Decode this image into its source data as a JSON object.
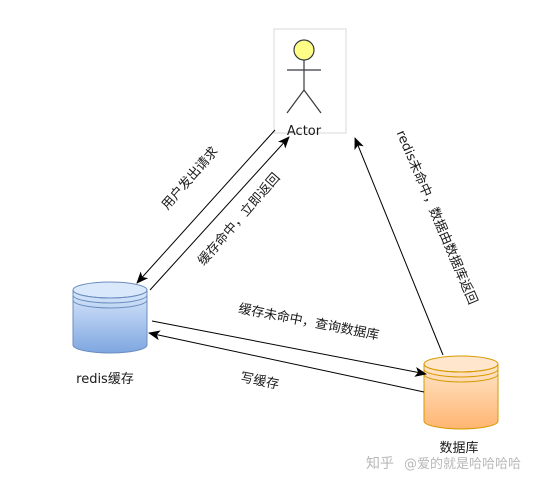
{
  "actor": {
    "label": "Actor"
  },
  "nodes": {
    "redis": {
      "label": "redis缓存"
    },
    "database": {
      "label": "数据库"
    }
  },
  "edges": {
    "user_request": "用户发出请求",
    "cache_hit_return": "缓存命中，立即返回",
    "redis_miss_db_return": "redis未命中，数据由数据库返回",
    "cache_miss_query_db": "缓存未命中，查询数据库",
    "write_cache": "写缓存"
  },
  "watermark": {
    "brand": "知乎",
    "author": "@爱的就是哈哈哈哈"
  },
  "colors": {
    "redis_fill": "#dae8fc",
    "redis_stroke": "#6c8ebf",
    "db_fill": "#ffe6cc",
    "db_stroke": "#d79b00",
    "actor_head": "#ffff88",
    "line": "#000000"
  }
}
